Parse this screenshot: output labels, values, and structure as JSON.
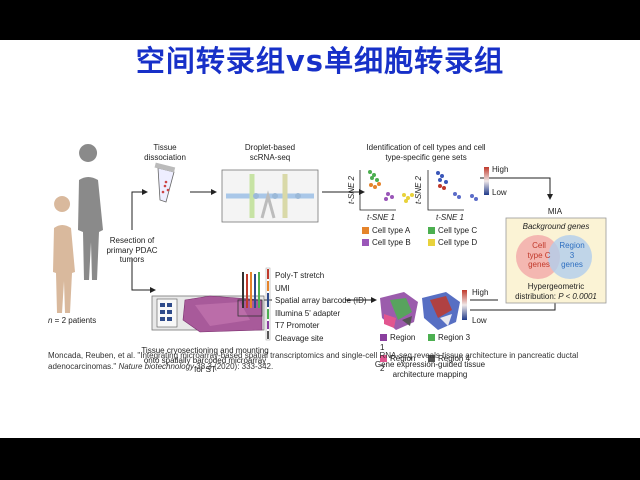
{
  "slide": {
    "title": "空间转录组vs单细胞转录组",
    "citation": {
      "text_before": "Moncada, Reuben, et al. \"Integrating microarray-based spatial transcriptomics and single-cell RNA-seq reveals tissue architecture in pancreatic ductal adenocarcinomas.\" ",
      "journal": "Nature biotechnology",
      "text_after": " 38.3 (2020): 333-342."
    }
  },
  "diagram": {
    "patients": {
      "label_prefix": "n",
      "label_rest": " = 2 patients"
    },
    "resection": "Resection of primary PDAC tumors",
    "tissue_dissociation": "Tissue dissociation",
    "droplet": "Droplet-based scRNA-seq",
    "identification": "Identification of cell types and cell type-specific gene sets",
    "tsne_x": "t-SNE 1",
    "tsne_y": "t-SNE 2",
    "high": "High",
    "low": "Low",
    "cell_types": [
      {
        "label": "Cell type A",
        "color": "#e5842b"
      },
      {
        "label": "Cell type B",
        "color": "#9a56b8"
      },
      {
        "label": "Cell type C",
        "color": "#4caf50"
      },
      {
        "label": "Cell type D",
        "color": "#e8d23c"
      }
    ],
    "mia": "MIA",
    "background_genes": "Background genes",
    "venn_left": "Cell type C genes",
    "venn_right": "Region 3 genes",
    "hypergeometric": "Hypergeometric",
    "distribution": "distribution: ",
    "p_value": "P < 0.0001",
    "barcode_list": [
      "Poly-T stretch",
      "UMI",
      "Spatial array barcode (ID)",
      "Illumina 5' adapter",
      "T7 Promoter",
      "Cleavage site"
    ],
    "cryo": "Tissue cryosectioning and mounting onto spatially barcoded microarray for ST",
    "regions": [
      {
        "label": "Region 1",
        "color": "#8a3f9e"
      },
      {
        "label": "Region 3",
        "color": "#4caf50"
      },
      {
        "label": "Region 2",
        "color": "#e2558f"
      },
      {
        "label": "Region 4",
        "color": "#555555"
      }
    ],
    "gene_mapping": "Gene expression-guided tissue architecture mapping"
  }
}
